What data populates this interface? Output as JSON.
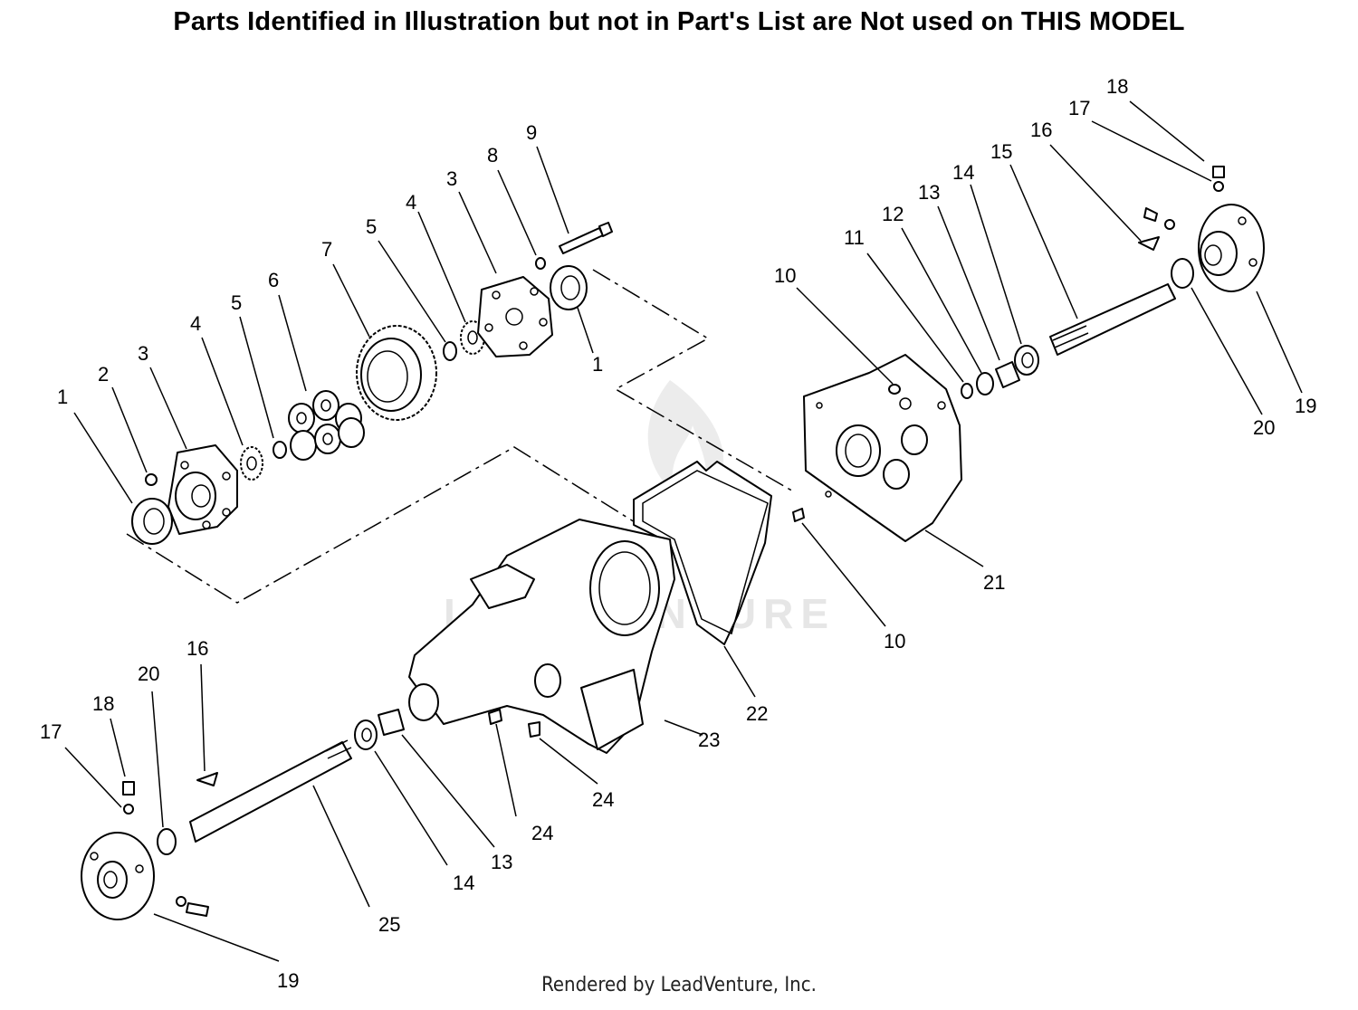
{
  "header": {
    "notice": "Parts Identified in Illustration but not in Part's List are Not used on THIS MODEL"
  },
  "watermark": {
    "text": "LEADVENTURE"
  },
  "footer": {
    "text": "Rendered by LeadVenture, Inc."
  },
  "labels": {
    "l1a": "1",
    "l2a": "2",
    "l3a": "3",
    "l4a": "4",
    "l5a": "5",
    "l6": "6",
    "l7": "7",
    "l5b": "5",
    "l4b": "4",
    "l3b": "3",
    "l8": "8",
    "l9": "9",
    "l1b": "1",
    "l10a": "10",
    "l11": "11",
    "l12": "12",
    "l13a": "13",
    "l14a": "14",
    "l15": "15",
    "l16a": "16",
    "l17a": "17",
    "l18a": "18",
    "l19a": "19",
    "l20a": "20",
    "l21": "21",
    "l10b": "10",
    "l22": "22",
    "l23": "23",
    "l24a": "24",
    "l24b": "24",
    "l16b": "16",
    "l20b": "20",
    "l18b": "18",
    "l17b": "17",
    "l25": "25",
    "l14b": "14",
    "l13b": "13",
    "l19b": "19"
  }
}
